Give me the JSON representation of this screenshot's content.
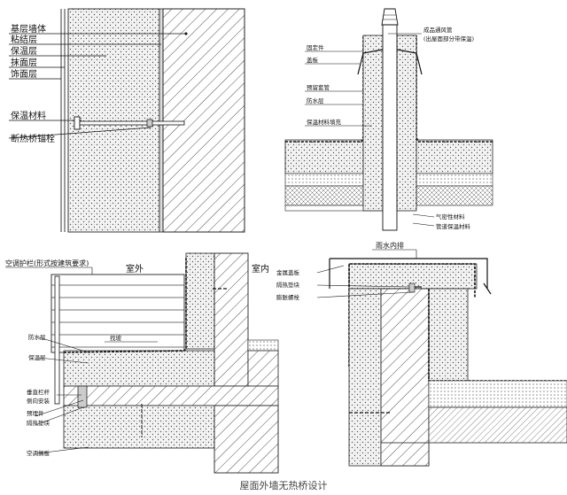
{
  "caption": "屋面外墙无热桥设计",
  "panel_a": {
    "labels": [
      "基层墙体",
      "粘结层",
      "保温层",
      "抹面层",
      "饰面层",
      "保温材料",
      "断热桥锚栓"
    ]
  },
  "panel_b": {
    "labels_left": [
      "固定件",
      "盖板",
      "预留套管",
      "防水层",
      "保温材料填充"
    ],
    "label_top_1": "成品通风管",
    "label_top_2": "(出屋面部分带保温)",
    "labels_right": [
      "气密性材料",
      "管道保温材料"
    ]
  },
  "panel_c": {
    "title": "空调护栏(形式按建筑要求)",
    "outdoor": "室外",
    "indoor": "室内",
    "slope": "找坡",
    "labels_left": [
      "防水层",
      "保温层",
      "垂直栏杆",
      "侧向安装",
      "预埋件",
      "隔热垫块",
      "空调搁板"
    ]
  },
  "panel_d": {
    "title": "雨水内排",
    "labels_left": [
      "金属盖板",
      "隔热垫块",
      "膨胀螺栓"
    ]
  }
}
